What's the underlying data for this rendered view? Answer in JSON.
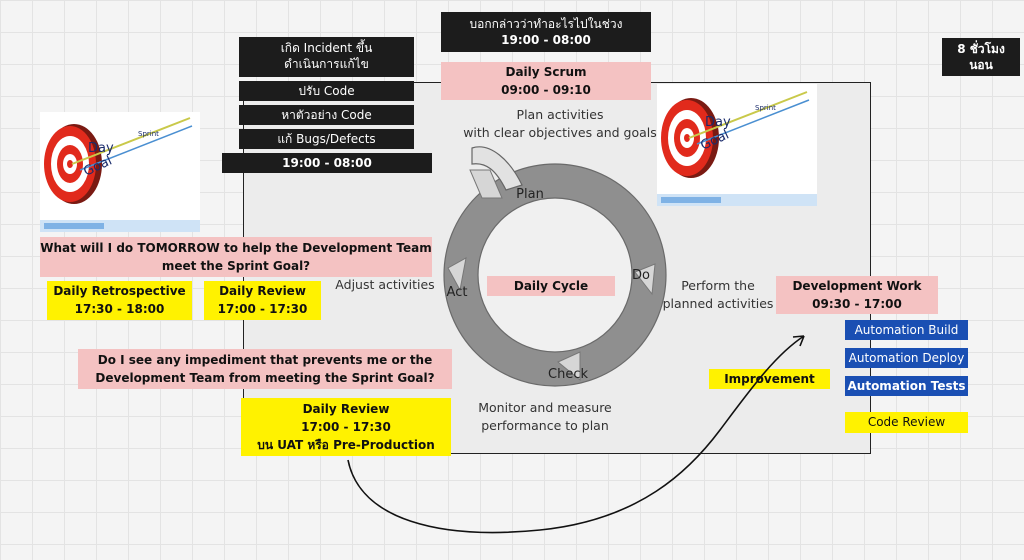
{
  "top_right_box": [
    "8 ชั่วโมง",
    "นอน"
  ],
  "night_question": [
    "บอกกล่าวว่าทำอะไรไปในช่วง",
    "19:00 - 08:00"
  ],
  "daily_scrum": {
    "title": "Daily Scrum",
    "time": "09:00 - 09:10"
  },
  "incident_box": [
    "เกิด Incident ขึ้น",
    "ดำเนินการแก้ไข"
  ],
  "incident_tasks": [
    "ปรับ Code",
    "หาตัวอย่าง Code",
    "แก้ Bugs/Defects"
  ],
  "incident_time": "19:00 - 08:00",
  "cycle": {
    "center": "Daily Cycle",
    "plan": "Plan",
    "do": "Do",
    "check": "Check",
    "act": "Act",
    "plan_caption": [
      "Plan activities",
      "with clear objectives and goals"
    ],
    "do_caption": [
      "Perform the",
      "planned activities"
    ],
    "check_caption": [
      "Monitor and measure",
      "performance to plan"
    ],
    "act_caption": "Adjust activities"
  },
  "tomorrow_question": [
    "What will I do TOMORROW to help the Development Team",
    "meet the Sprint Goal?"
  ],
  "daily_retrospective": {
    "title": "Daily Retrospective",
    "time": "17:30 - 18:00"
  },
  "daily_review_left": {
    "title": "Daily Review",
    "time": "17:00 - 17:30"
  },
  "impediment_question": [
    "Do I see any impediment that prevents me or the",
    "Development Team from meeting the Sprint Goal?"
  ],
  "daily_review_bottom": {
    "title": "Daily Review",
    "time": "17:00 - 17:30",
    "note": "บน UAT หรือ Pre-Production"
  },
  "development_work": {
    "title": "Development Work",
    "time": "09:30 - 17:00"
  },
  "automation": [
    "Automation Build",
    "Automation Deploy",
    "Automation Tests"
  ],
  "code_review": "Code Review",
  "improvement": "Improvement",
  "thumbnail": {
    "word1": "Day",
    "word2": "Goal",
    "word3": "Sprint"
  },
  "colors": {
    "black": "#1c1c1c",
    "pink": "#f4c2c2",
    "yellow": "#fff200",
    "blue": "#1a4fb3",
    "ring": "#8f8f8f"
  }
}
